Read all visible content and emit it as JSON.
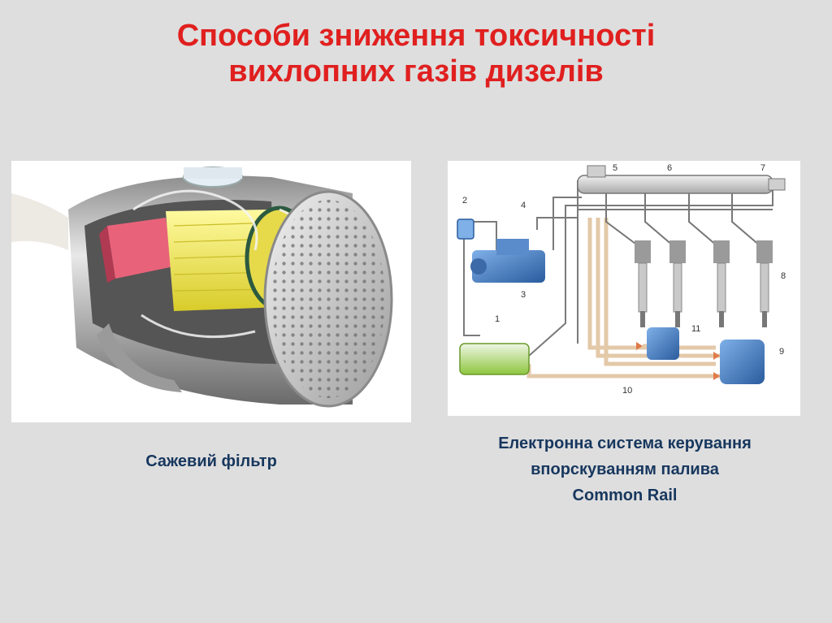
{
  "slide": {
    "title_line1": "Способи зниження токсичності",
    "title_line2": "вихлопних газів дизелів"
  },
  "left_figure": {
    "caption": "Сажевий фільтр"
  },
  "right_figure": {
    "caption_line1": "Електронна система керування",
    "caption_line2": "впорскуванням палива",
    "caption_line3": "Common Rail",
    "labels": [
      "1",
      "2",
      "3",
      "4",
      "5",
      "6",
      "7",
      "8",
      "9",
      "10",
      "11"
    ]
  },
  "colors": {
    "title": "#e0201f",
    "caption": "#17375e",
    "background": "#dedede"
  }
}
